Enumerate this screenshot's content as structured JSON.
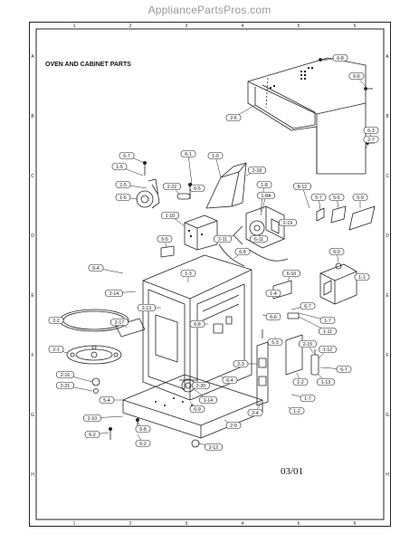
{
  "watermark": "AppliancePartsPros.com",
  "diagram": {
    "title": "OVEN AND CABINET PARTS",
    "date_code": "03/01",
    "grid": {
      "top": [
        "1",
        "2",
        "3",
        "4",
        "5",
        "6"
      ],
      "bottom": [
        "1",
        "2",
        "3",
        "4",
        "5",
        "6"
      ],
      "left": [
        "A",
        "B",
        "C",
        "D",
        "E",
        "F",
        "G",
        "H"
      ],
      "right": [
        "A",
        "B",
        "C",
        "D",
        "E",
        "F",
        "G",
        "H"
      ]
    },
    "callouts": [
      {
        "id": "c-6-8-top",
        "label": "6-8"
      },
      {
        "id": "c-6-6",
        "label": "6-6"
      },
      {
        "id": "c-6-3",
        "label": "6-3"
      },
      {
        "id": "c-2-6",
        "label": "2-6"
      },
      {
        "id": "c-2-7",
        "label": "2-7"
      },
      {
        "id": "c-6-7-top",
        "label": "6-7"
      },
      {
        "id": "c-1-5",
        "label": "1-5"
      },
      {
        "id": "c-2-5",
        "label": "2-5"
      },
      {
        "id": "c-1-6",
        "label": "1-6"
      },
      {
        "id": "c-6-1",
        "label": "6-1"
      },
      {
        "id": "c-1-9",
        "label": "1-9"
      },
      {
        "id": "c-2-18",
        "label": "2-18"
      },
      {
        "id": "c-1-8",
        "label": "1-8"
      },
      {
        "id": "c-1-8a",
        "label": "1-8A"
      },
      {
        "id": "c-2-22",
        "label": "2-22"
      },
      {
        "id": "c-6-5",
        "label": "6-5"
      },
      {
        "id": "c-8-12",
        "label": "8-12"
      },
      {
        "id": "c-5-7",
        "label": "5-7"
      },
      {
        "id": "c-5-6",
        "label": "5-6"
      },
      {
        "id": "c-5-9",
        "label": "5-9"
      },
      {
        "id": "c-1-10",
        "label": "1-10"
      },
      {
        "id": "c-2-19",
        "label": "2-19"
      },
      {
        "id": "c-2-11",
        "label": "2-11"
      },
      {
        "id": "c-6-11",
        "label": "6-11"
      },
      {
        "id": "c-5-5",
        "label": "5-5"
      },
      {
        "id": "c-6-8-mid",
        "label": "6-8"
      },
      {
        "id": "c-6-9",
        "label": "6-9"
      },
      {
        "id": "c-6-4-left",
        "label": "6-4"
      },
      {
        "id": "c-1-3",
        "label": "1-3"
      },
      {
        "id": "c-6-10",
        "label": "6-10"
      },
      {
        "id": "c-1-1",
        "label": "1-1"
      },
      {
        "id": "c-2-14",
        "label": "2-14"
      },
      {
        "id": "c-1-4",
        "label": "1-4"
      },
      {
        "id": "c-2-13",
        "label": "2-13"
      },
      {
        "id": "c-6-7-mid",
        "label": "6-7"
      },
      {
        "id": "c-2-2",
        "label": "2-2"
      },
      {
        "id": "c-2-17",
        "label": "2-17"
      },
      {
        "id": "c-6-8-center",
        "label": "6-8"
      },
      {
        "id": "c-6-6-mid",
        "label": "6-6"
      },
      {
        "id": "c-1-7-top",
        "label": "1-7"
      },
      {
        "id": "c-1-11",
        "label": "1-11"
      },
      {
        "id": "c-2-1",
        "label": "2-1"
      },
      {
        "id": "c-5-3",
        "label": "5-3"
      },
      {
        "id": "c-2-15",
        "label": "2-15"
      },
      {
        "id": "c-1-12",
        "label": "1-12"
      },
      {
        "id": "c-2-3",
        "label": "2-3"
      },
      {
        "id": "c-6-7-right",
        "label": "6-7"
      },
      {
        "id": "c-2-16",
        "label": "2-16"
      },
      {
        "id": "c-2-21",
        "label": "2-21"
      },
      {
        "id": "c-6-4-mid",
        "label": "6-4"
      },
      {
        "id": "c-1-13",
        "label": "1-13"
      },
      {
        "id": "c-1-2-a",
        "label": "1-2"
      },
      {
        "id": "c-2-20",
        "label": "2-20"
      },
      {
        "id": "c-5-4",
        "label": "5-4"
      },
      {
        "id": "c-1-14",
        "label": "1-14"
      },
      {
        "id": "c-1-7-bot",
        "label": "1-7"
      },
      {
        "id": "c-6-9-bot",
        "label": "6-9"
      },
      {
        "id": "c-2-4",
        "label": "2-4"
      },
      {
        "id": "c-1-2-b",
        "label": "1-2"
      },
      {
        "id": "c-2-10",
        "label": "2-10"
      },
      {
        "id": "c-6-8-bot",
        "label": "6-8"
      },
      {
        "id": "c-2-9",
        "label": "2-9"
      },
      {
        "id": "c-6-2",
        "label": "6-2"
      },
      {
        "id": "c-6-2-b",
        "label": "6-2"
      },
      {
        "id": "c-2-12",
        "label": "2-12"
      }
    ]
  }
}
